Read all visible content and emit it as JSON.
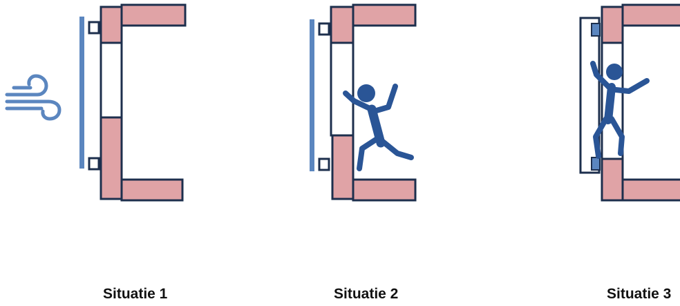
{
  "colors": {
    "wall_fill": "#e0a3a6",
    "outline": "#1d2f4d",
    "screen_blue": "#5b86bf",
    "figure_blue": "#2a5596",
    "background": "#ffffff"
  },
  "icons": {
    "wind": "wind-icon",
    "person": "falling-person-icon"
  },
  "situations": [
    {
      "label": "Situatie 1"
    },
    {
      "label": "Situatie 2"
    },
    {
      "label": "Situatie 3"
    }
  ]
}
